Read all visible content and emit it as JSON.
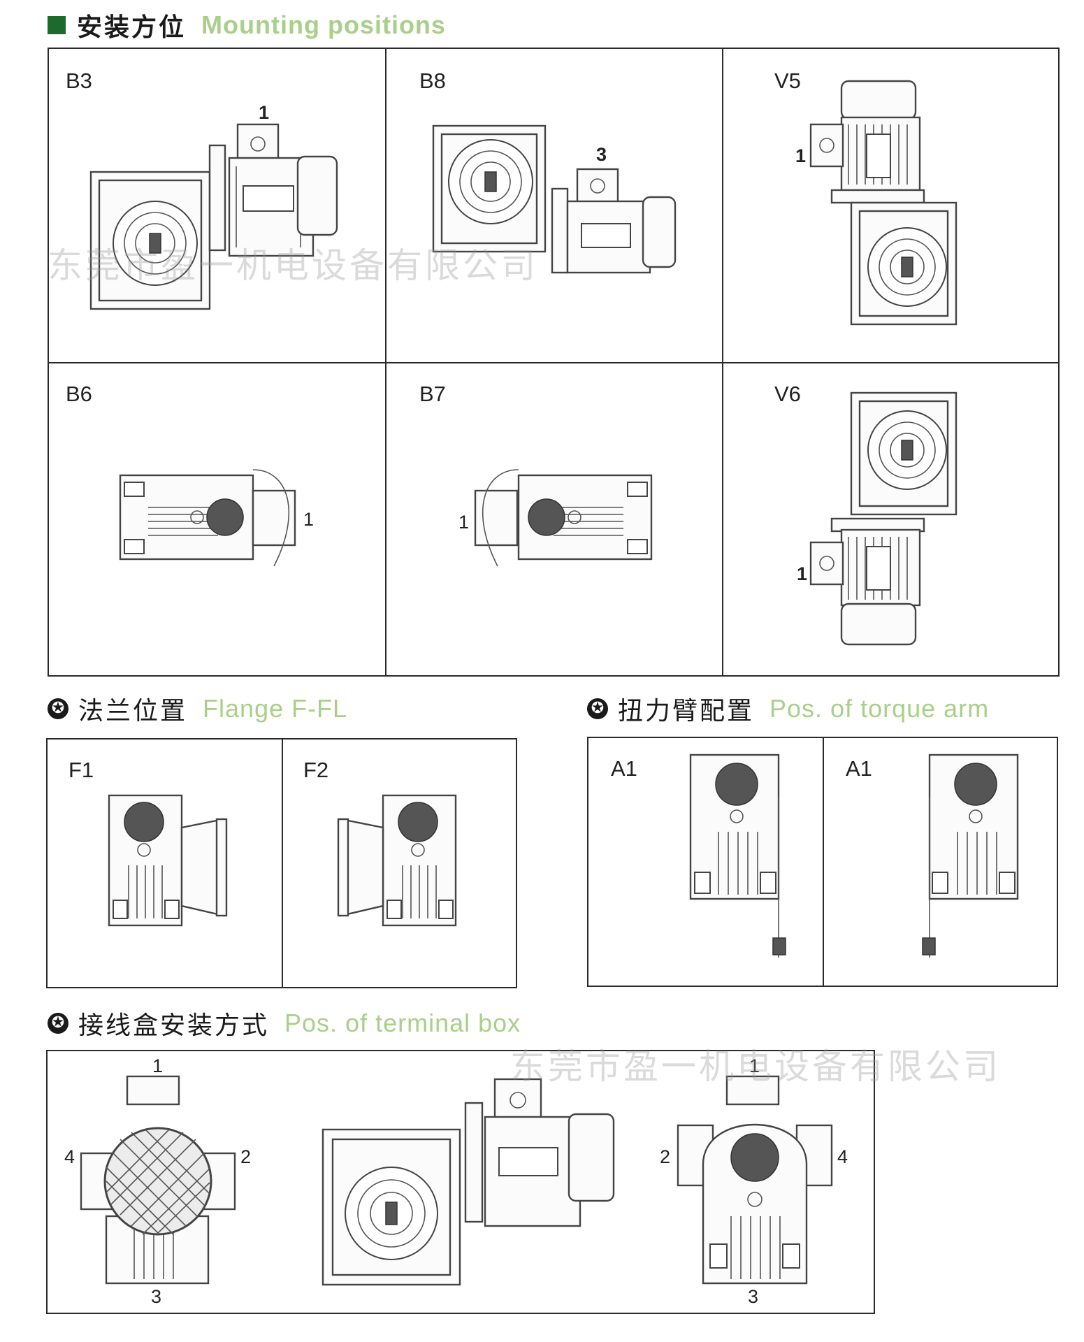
{
  "headings": {
    "mounting": {
      "cn": "安装方位",
      "en": "Mounting positions"
    },
    "flange": {
      "cn": "法兰位置",
      "en": "Flange  F-FL"
    },
    "torque": {
      "cn": "扭力臂配置",
      "en": "Pos. of torque arm"
    },
    "terminal": {
      "cn": "接线盒安装方式",
      "en": "Pos. of terminal box"
    }
  },
  "watermark": "东莞市盈一机电设备有限公司",
  "mounting_positions": [
    {
      "label": "B3",
      "callout": "1"
    },
    {
      "label": "B8",
      "callout": "3"
    },
    {
      "label": "V5",
      "callout": "1"
    },
    {
      "label": "B6",
      "callout": "1"
    },
    {
      "label": "B7",
      "callout": "1"
    },
    {
      "label": "V6",
      "callout": "1"
    }
  ],
  "flange_positions": [
    {
      "label": "F1"
    },
    {
      "label": "F2"
    }
  ],
  "torque_arm_positions": [
    {
      "label": "A1"
    },
    {
      "label": "A1"
    }
  ],
  "terminal_box": {
    "left": {
      "top": "1",
      "right": "2",
      "bottom": "3",
      "left": "4"
    },
    "right": {
      "top": "1",
      "right": "4",
      "bottom": "3",
      "left": "2"
    }
  }
}
